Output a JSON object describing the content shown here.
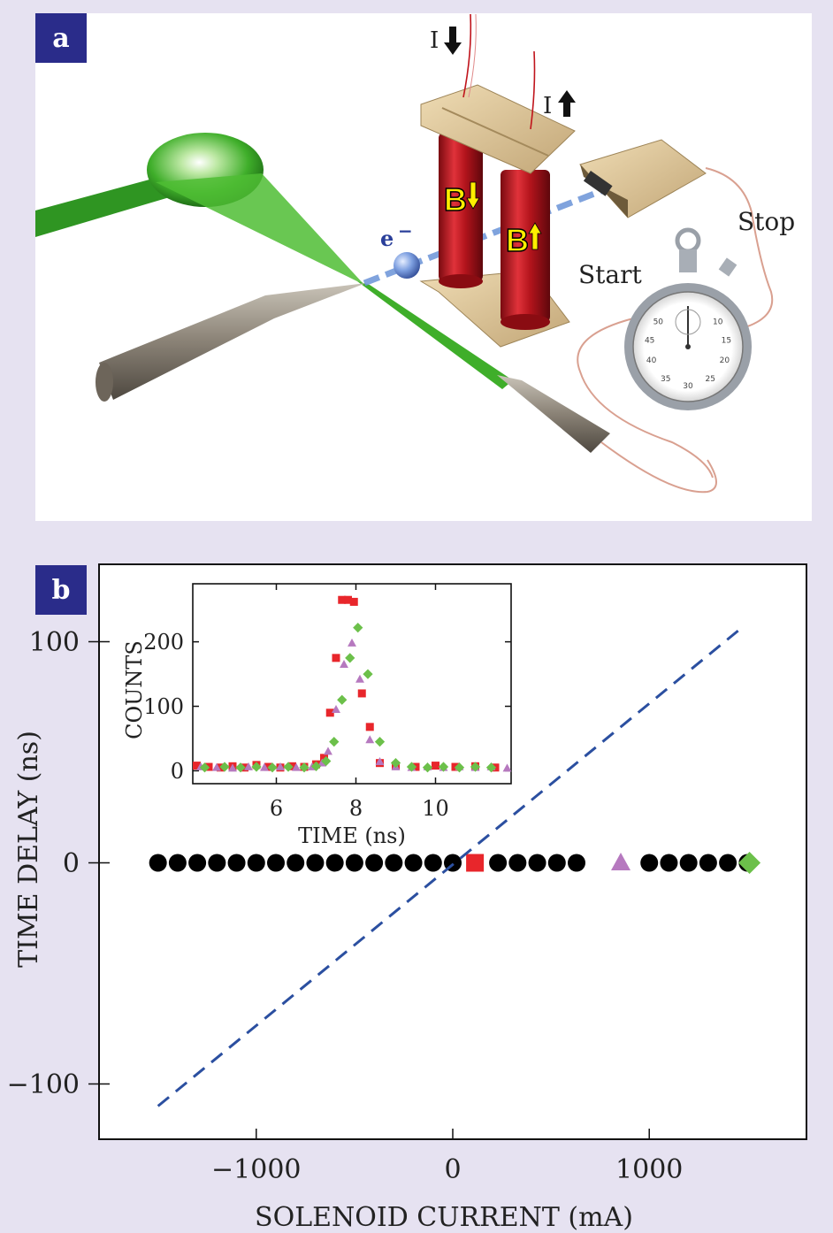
{
  "panel_a": {
    "letter": "a",
    "labels": {
      "current_down": "I",
      "current_up": "I",
      "electron": "e",
      "electron_charge": "−",
      "field_down": "B",
      "field_up": "B",
      "start": "Start",
      "stop": "Stop"
    },
    "stopwatch_numbers": [
      "50",
      "10",
      "45",
      "15",
      "40",
      "20",
      "35",
      "30",
      "25"
    ],
    "colors": {
      "beam": "#3fae2a",
      "coil": "#c0141c",
      "electron_path": "#6b93d8",
      "field_label": "#ffee00"
    }
  },
  "panel_b": {
    "letter": "b"
  },
  "chart_data": [
    {
      "type": "scatter",
      "title": "",
      "xlabel": "SOLENOID CURRENT (mA)",
      "ylabel": "TIME DELAY (ns)",
      "xlim": [
        -1800,
        1800
      ],
      "ylim": [
        -125,
        135
      ],
      "x_ticks": [
        -1000,
        0,
        1000
      ],
      "x_tick_labels": [
        "−1000",
        "0",
        "1000"
      ],
      "y_ticks": [
        -100,
        0,
        100
      ],
      "y_tick_labels": [
        "−100",
        "0",
        "100"
      ],
      "grid": false,
      "series": [
        {
          "marker": "circle",
          "color": "#000000",
          "x": [
            -1500,
            -1400,
            -1300,
            -1200,
            -1100,
            -1000,
            -900,
            -800,
            -700,
            -600,
            -500,
            -400,
            -300,
            -200,
            -100,
            0,
            230,
            330,
            430,
            530,
            630,
            1000,
            1100,
            1200,
            1300,
            1400,
            1500
          ],
          "y": [
            0,
            0,
            0,
            0,
            0,
            0,
            0,
            0,
            0,
            0,
            0,
            0,
            0,
            0,
            0,
            0,
            0,
            0,
            0,
            0,
            0,
            0,
            0,
            0,
            0,
            0,
            0
          ]
        },
        {
          "marker": "square",
          "color": "#e8262b",
          "x": [
            113
          ],
          "y": [
            0
          ]
        },
        {
          "marker": "triangle",
          "color": "#b679bf",
          "x": [
            855
          ],
          "y": [
            0
          ]
        },
        {
          "marker": "diamond",
          "color": "#6cc04a",
          "x": [
            1510
          ],
          "y": [
            0
          ]
        },
        {
          "marker": "dashed-line",
          "color": "#2b4fa0",
          "x": [
            -1500,
            1480
          ],
          "y": [
            -110,
            107
          ]
        }
      ]
    },
    {
      "type": "scatter",
      "title": "",
      "xlabel": "TIME (ns)",
      "ylabel": "COUNTS",
      "xlim": [
        3.9,
        11.9
      ],
      "ylim": [
        -20,
        290
      ],
      "x_ticks": [
        6,
        8,
        10
      ],
      "x_tick_labels": [
        "6",
        "8",
        "10"
      ],
      "y_ticks": [
        0,
        100,
        200
      ],
      "y_tick_labels": [
        "0",
        "100",
        "200"
      ],
      "grid": false,
      "series": [
        {
          "marker": "square",
          "color": "#e8262b",
          "x": [
            4.0,
            4.3,
            4.6,
            4.9,
            5.2,
            5.5,
            5.8,
            6.1,
            6.4,
            6.7,
            7.0,
            7.2,
            7.35,
            7.5,
            7.65,
            7.8,
            7.95,
            8.15,
            8.35,
            8.6,
            9.0,
            9.5,
            10.0,
            10.5,
            11.0,
            11.5
          ],
          "y": [
            8,
            6,
            5,
            7,
            5,
            9,
            6,
            5,
            7,
            6,
            10,
            20,
            90,
            175,
            265,
            265,
            262,
            120,
            68,
            12,
            8,
            6,
            8,
            6,
            7,
            5
          ]
        },
        {
          "marker": "triangle",
          "color": "#b679bf",
          "x": [
            4.1,
            4.5,
            4.9,
            5.3,
            5.7,
            6.1,
            6.5,
            6.9,
            7.15,
            7.3,
            7.5,
            7.7,
            7.9,
            8.1,
            8.35,
            8.6,
            9.0,
            9.4,
            9.8,
            10.2,
            10.6,
            11.0,
            11.4,
            11.8
          ],
          "y": [
            6,
            5,
            4,
            6,
            5,
            6,
            5,
            6,
            12,
            30,
            95,
            165,
            198,
            142,
            48,
            14,
            6,
            5,
            6,
            5,
            6,
            5,
            6,
            4
          ]
        },
        {
          "marker": "diamond",
          "color": "#6cc04a",
          "x": [
            4.2,
            4.7,
            5.1,
            5.5,
            5.9,
            6.3,
            6.7,
            7.0,
            7.25,
            7.45,
            7.65,
            7.85,
            8.05,
            8.3,
            8.6,
            9.0,
            9.4,
            9.8,
            10.2,
            10.6,
            11.0,
            11.4
          ],
          "y": [
            5,
            6,
            5,
            6,
            5,
            6,
            5,
            7,
            15,
            45,
            110,
            175,
            222,
            150,
            45,
            12,
            6,
            5,
            6,
            5,
            6,
            5
          ]
        }
      ]
    }
  ]
}
